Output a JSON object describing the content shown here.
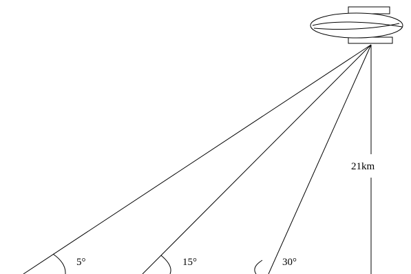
{
  "diagram": {
    "height_label": "21km",
    "angles": [
      {
        "label": "5°",
        "degrees": 5
      },
      {
        "label": "15°",
        "degrees": 15
      },
      {
        "label": "30°",
        "degrees": 30
      }
    ],
    "line_color": "#000000",
    "background": "#ffffff",
    "airship_icon": "airship-icon"
  }
}
